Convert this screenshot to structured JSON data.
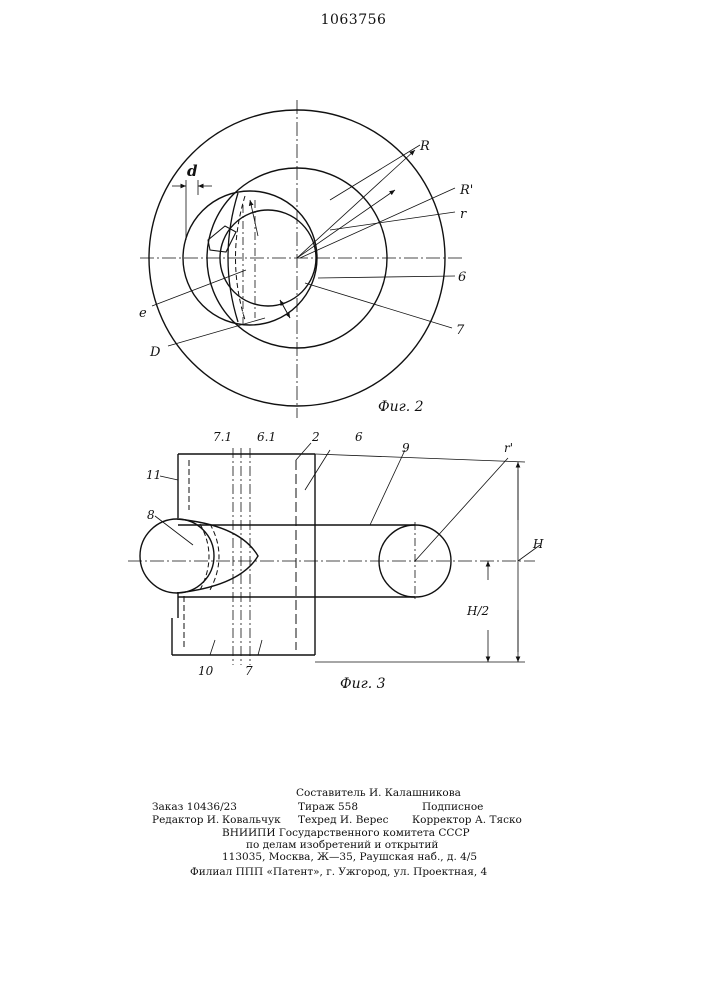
{
  "document": {
    "patent_number": "1063756"
  },
  "figure2": {
    "caption": "Фиг. 2",
    "labels": {
      "d": "d",
      "R": "R",
      "R_prime": "R'",
      "r": "r",
      "six": "6",
      "seven": "7",
      "e": "e",
      "D": "D"
    }
  },
  "figure3": {
    "caption": "Фиг. 3",
    "labels": {
      "l71": "7.1",
      "l61": "6.1",
      "l2": "2",
      "l6": "6",
      "l9": "9",
      "r_prime": "r'",
      "l11": "11",
      "l8": "8",
      "H": "H",
      "H2": "H/2",
      "l10": "10",
      "l7": "7"
    }
  },
  "imprint": {
    "compiler": "Составитель И. Калашникова",
    "order": "Заказ 10436/23",
    "print_run": "Тираж 558",
    "subscription": "Подписное",
    "editor": "Редактор И.",
    "editor2": "Ковальчук",
    "tech_editor": "Техред И. Верес",
    "corrector": "Корректор А. Тяско",
    "org1": "ВНИИПИ Государственного комитета СССР",
    "org2": "по делам изобретений и открытий",
    "address": "113035, Москва, Ж—35, Раушская наб., д. 4/5",
    "branch": "Филиал ППП «Патент», г. Ужгород, ул. Проектная, 4"
  }
}
